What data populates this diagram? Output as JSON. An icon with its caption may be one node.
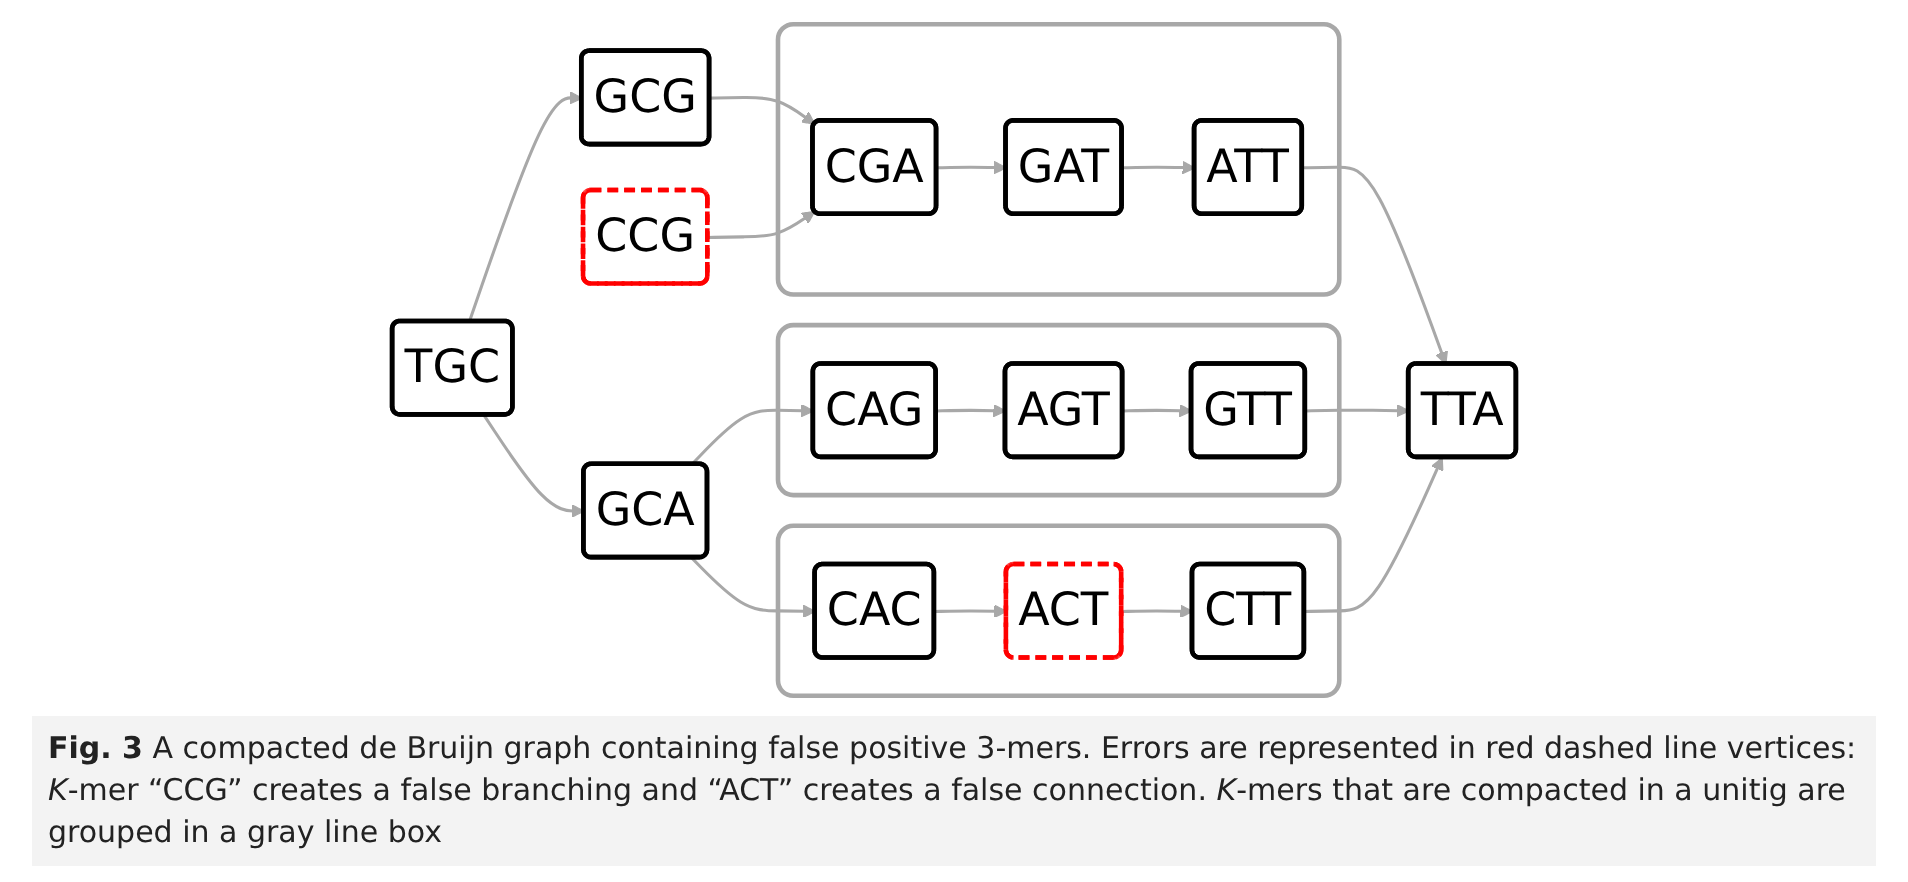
{
  "diagram": {
    "caption": "**Fig. 3** A compacted de Bruijn graph containing false positive 3-mers. Errors are represented in red dashed line vertices: *K*-mer “CCG” creates a false branching and “ACT” creates a false connection. *K*-mers that are compacted in a unitig are grouped in a gray line box",
    "nodes": [
      {
        "text": [
          "TGC"
        ]
      },
      {
        "text": [
          "GCG"
        ]
      },
      {
        "text": [
          "GCA"
        ]
      },
      {
        "text": [
          "CCG"
        ]
      },
      {
        "text": [],
        "shape": "box"
      },
      {
        "text": [
          "CGA"
        ],
        "in": 4
      },
      {
        "text": [
          "GAT"
        ],
        "in": 4
      },
      {
        "text": [
          "ATT"
        ],
        "in": 4
      },
      {
        "text": [],
        "shape": "box"
      },
      {
        "text": [
          "CAG"
        ],
        "in": 8
      },
      {
        "text": [
          "AGT"
        ],
        "in": 8
      },
      {
        "text": [
          "GTT"
        ],
        "in": 8
      },
      {
        "text": [],
        "shape": "box"
      },
      {
        "text": [
          "CAC"
        ],
        "in": 12
      },
      {
        "text": [
          "ACT"
        ],
        "in": 12
      },
      {
        "text": [
          "CTT"
        ],
        "in": 12
      },
      {
        "text": [
          "TTA"
        ]
      }
    ],
    "edges": [
      {
        "from": 0,
        "to": 1,
        "arrow": "to"
      },
      {
        "from": 0,
        "to": 2,
        "arrow": "to"
      },
      {
        "from": 1,
        "to": 5,
        "arrow": "to"
      },
      {
        "from": 3,
        "to": 5,
        "arrow": "to"
      },
      {
        "from": 2,
        "to": 9,
        "arrow": "to"
      },
      {
        "from": 2,
        "to": 13,
        "arrow": "to"
      },
      {
        "from": 5,
        "to": 6,
        "arrow": "to"
      },
      {
        "from": 6,
        "to": 7,
        "arrow": "to"
      },
      {
        "from": 9,
        "to": 10,
        "arrow": "to"
      },
      {
        "from": 10,
        "to": 11,
        "arrow": "to"
      },
      {
        "from": 13,
        "to": 14,
        "arrow": "to"
      },
      {
        "from": 14,
        "to": 15,
        "arrow": "to"
      },
      {
        "from": 7,
        "to": 16,
        "arrow": "to"
      },
      {
        "from": 11,
        "to": 16,
        "arrow": "to"
      },
      {
        "from": 15,
        "to": 16,
        "arrow": "to"
      }
    ]
  }
}
